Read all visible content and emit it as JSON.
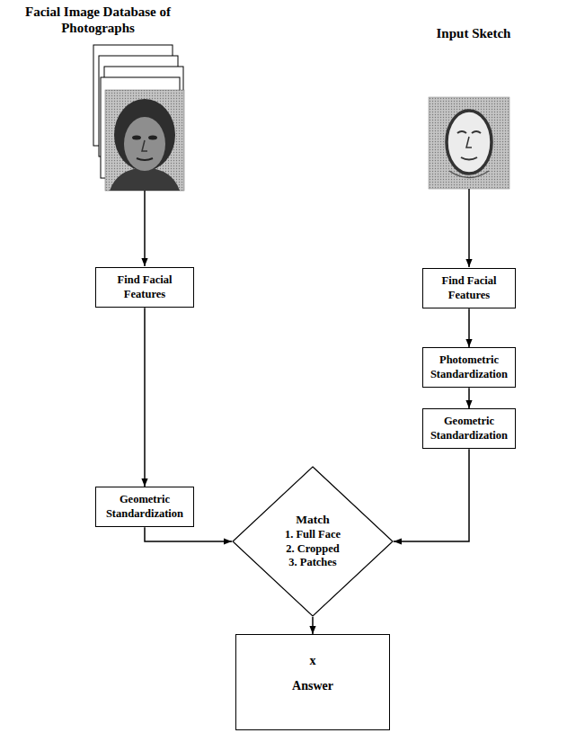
{
  "diagram": {
    "nodes": [
      {
        "text": [
          "Find Facial Features"
        ]
      },
      {
        "text": [
          "Geometric Standardization"
        ]
      },
      {
        "text": [
          "Find Facial Features"
        ]
      },
      {
        "text": [
          "Photometric Standardization"
        ]
      },
      {
        "text": [
          "Geometric Standardization"
        ]
      },
      {
        "text": [
          "Match",
          "1. Full Face",
          "2. Cropped",
          "3. Patches"
        ]
      },
      {
        "text": [
          "x",
          "Answer"
        ]
      }
    ],
    "edges": [
      {
        "from": 0,
        "to": 1,
        "arrow": "to"
      },
      {
        "from": 2,
        "to": 3,
        "arrow": "to"
      },
      {
        "from": 3,
        "to": 4,
        "arrow": "to"
      },
      {
        "from": 1,
        "to": 5,
        "arrow": "to"
      },
      {
        "from": 4,
        "to": 5,
        "arrow": "to"
      },
      {
        "from": 5,
        "to": 6,
        "arrow": "to"
      }
    ],
    "labels": [
      "Facial Image Database of Photographs",
      "Input Sketch"
    ]
  }
}
